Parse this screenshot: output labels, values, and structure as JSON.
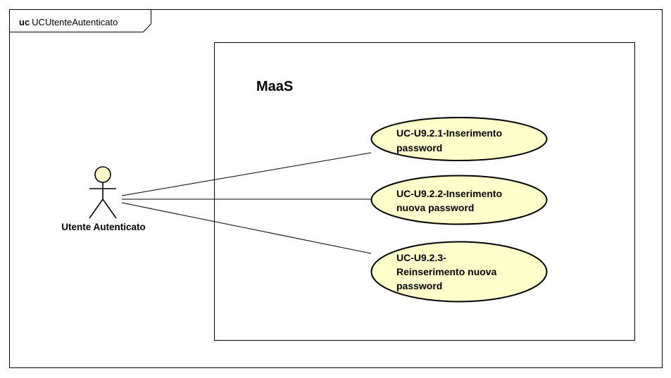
{
  "frame": {
    "keyword": "uc",
    "name": "UCUtenteAutenticato"
  },
  "system": {
    "name": "MaaS"
  },
  "actor": {
    "name": "Utente Autenticato"
  },
  "use_cases": [
    {
      "lines": [
        "UC-U9.2.1-Inserimento",
        "password"
      ]
    },
    {
      "lines": [
        "UC-U9.2.2-Inserimento",
        "nuova password"
      ]
    },
    {
      "lines": [
        "UC-U9.2.3-",
        "Reinserimento nuova",
        "password"
      ]
    }
  ],
  "colors": {
    "use_case_fill": "#ffffcc",
    "actor_fill": "#ffffcc",
    "stroke": "#000000"
  }
}
